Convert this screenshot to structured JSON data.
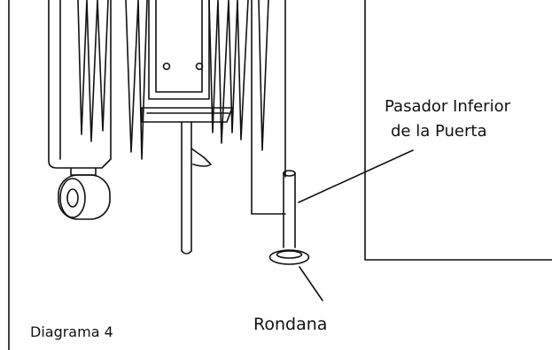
{
  "labels": {
    "pin_line1": "Pasador Inferior",
    "pin_line2": "de la Puerta",
    "washer": "Rondana",
    "diagram_title": "Diagrama 4"
  },
  "colors": {
    "stroke": "#111111",
    "background": "#ffffff"
  }
}
